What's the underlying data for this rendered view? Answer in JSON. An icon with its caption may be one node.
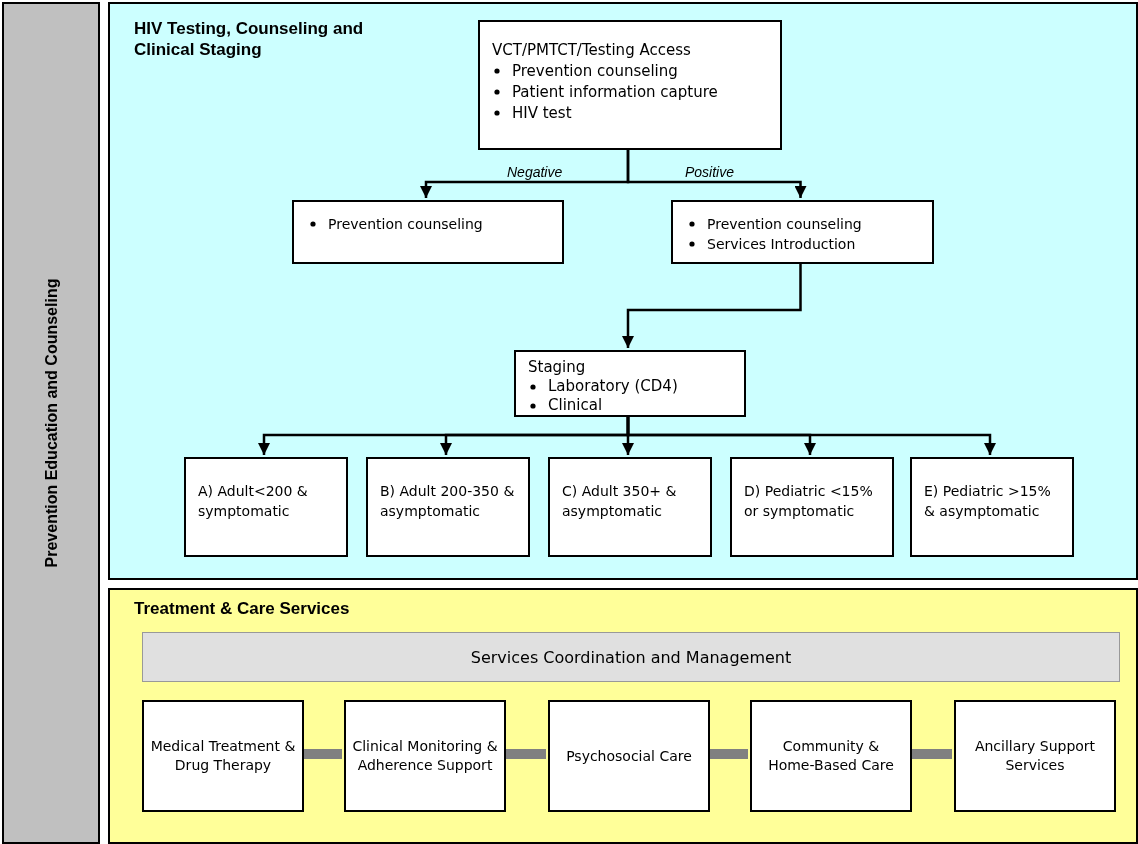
{
  "diagram": {
    "nodes": [
      {
        "text": [
          "Prevention Education and Counseling"
        ]
      },
      {
        "text": [
          "HIV Testing, Counseling and Clinical Staging"
        ]
      },
      {
        "text": [
          "VCT/PMTCT/Testing Access",
          "Prevention counseling",
          "Patient information capture",
          "HIV test"
        ],
        "in": 1
      },
      {
        "text": [
          "Prevention counseling"
        ],
        "in": 1
      },
      {
        "text": [
          "Prevention counseling",
          "Services Introduction"
        ],
        "in": 1
      },
      {
        "text": [
          "Staging",
          "Laboratory (CD4)",
          "Clinical"
        ],
        "in": 1
      },
      {
        "text": [
          "A) Adult<200 & symptomatic"
        ],
        "in": 1
      },
      {
        "text": [
          "B) Adult 200-350 & asymptomatic"
        ],
        "in": 1
      },
      {
        "text": [
          "C) Adult 350+ & asymptomatic"
        ],
        "in": 1
      },
      {
        "text": [
          "D) Pediatric <15% or symptomatic"
        ],
        "in": 1
      },
      {
        "text": [
          "E) Pediatric >15% & asymptomatic"
        ],
        "in": 1
      },
      {
        "text": [
          "Treatment & Care Services"
        ]
      },
      {
        "text": [
          "Services Coordination and Management"
        ],
        "in": 11
      },
      {
        "text": [
          "Medical Treatment & Drug Therapy"
        ],
        "in": 11
      },
      {
        "text": [
          "Clinical Monitoring & Adherence Support"
        ],
        "in": 11
      },
      {
        "text": [
          "Psychosocial Care"
        ],
        "in": 11
      },
      {
        "text": [
          "Community & Home-Based Care"
        ],
        "in": 11
      },
      {
        "text": [
          "Ancillary Support Services"
        ],
        "in": 11
      }
    ],
    "edges": [
      {
        "from": 2,
        "to": 3,
        "arrow": "to",
        "label": "Negative"
      },
      {
        "from": 2,
        "to": 4,
        "arrow": "to",
        "label": "Positive"
      },
      {
        "from": 4,
        "to": 5,
        "arrow": "to"
      },
      {
        "from": 5,
        "to": 6,
        "arrow": "to"
      },
      {
        "from": 5,
        "to": 7,
        "arrow": "to"
      },
      {
        "from": 5,
        "to": 8,
        "arrow": "to"
      },
      {
        "from": 5,
        "to": 9,
        "arrow": "to"
      },
      {
        "from": 5,
        "to": 10,
        "arrow": "to"
      },
      {
        "from": 13,
        "to": 14,
        "arrow": "none",
        "style": "thick",
        "color": "#808080"
      },
      {
        "from": 14,
        "to": 15,
        "arrow": "none",
        "style": "thick",
        "color": "#808080"
      },
      {
        "from": 15,
        "to": 16,
        "arrow": "none",
        "style": "thick",
        "color": "#808080"
      },
      {
        "from": 16,
        "to": 17,
        "arrow": "none",
        "style": "thick",
        "color": "#808080"
      }
    ]
  }
}
